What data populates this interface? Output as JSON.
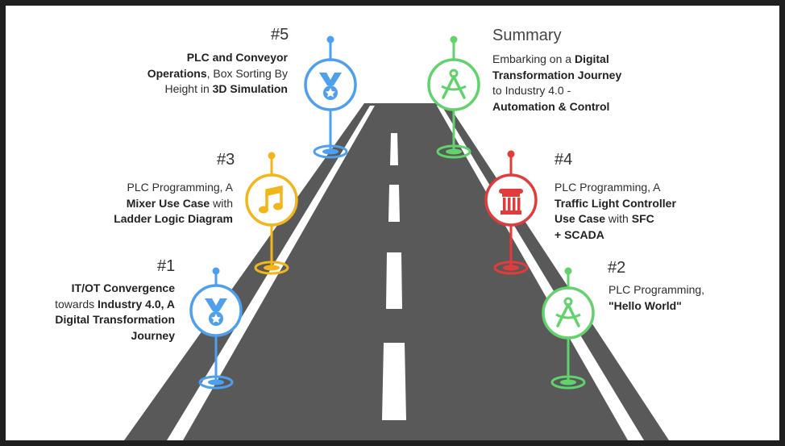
{
  "milestones": [
    {
      "num": "#1",
      "lines": [
        [
          {
            "t": "IT/OT Convergence",
            "b": true
          }
        ],
        [
          {
            "t": "towards "
          },
          {
            "t": "Industry 4.0, A",
            "b": true
          }
        ],
        [
          {
            "t": "Digital Transformation",
            "b": true
          }
        ],
        [
          {
            "t": "Journey",
            "b": true
          }
        ]
      ],
      "icon": "medal-icon",
      "color": "#4ea0ee"
    },
    {
      "num": "#2",
      "lines": [
        [
          {
            "t": "PLC Programming,"
          }
        ],
        [
          {
            "t": "\"Hello World\"",
            "b": true
          }
        ]
      ],
      "icon": "compass-icon",
      "color": "#62d26c"
    },
    {
      "num": "#3",
      "lines": [
        [
          {
            "t": "PLC Programming, A"
          }
        ],
        [
          {
            "t": "Mixer Use Case",
            "b": true
          },
          {
            "t": " with"
          }
        ],
        [
          {
            "t": "Ladder Logic Diagram",
            "b": true
          }
        ]
      ],
      "icon": "music-note-icon",
      "color": "#f2b51b"
    },
    {
      "num": "#4",
      "lines": [
        [
          {
            "t": "PLC Programming, A"
          }
        ],
        [
          {
            "t": "Traffic Light Controller",
            "b": true
          }
        ],
        [
          {
            "t": "Use Case",
            "b": true
          },
          {
            "t": " with "
          },
          {
            "t": "SFC",
            "b": true
          }
        ],
        [
          {
            "t": "+ SCADA",
            "b": true
          }
        ]
      ],
      "icon": "column-icon",
      "color": "#e23b3b"
    },
    {
      "num": "#5",
      "lines": [
        [
          {
            "t": "PLC and Conveyor",
            "b": true
          }
        ],
        [
          {
            "t": "Operations",
            "b": true
          },
          {
            "t": ", Box Sorting By"
          }
        ],
        [
          {
            "t": "Height in "
          },
          {
            "t": "3D Simulation",
            "b": true
          }
        ]
      ],
      "icon": "medal-icon",
      "color": "#4ea0ee"
    }
  ],
  "summary": {
    "title": "Summary",
    "lines": [
      [
        {
          "t": "Embarking on a "
        },
        {
          "t": "Digital",
          "b": true
        }
      ],
      [
        {
          "t": "Transformation Journey",
          "b": true
        }
      ],
      [
        {
          "t": "to Industry 4.0 -"
        }
      ],
      [
        {
          "t": "Automation & Control",
          "b": true
        }
      ]
    ],
    "icon": "compass-icon",
    "color": "#62d26c"
  },
  "colors": {
    "road": "#595959",
    "background": "#ffffff",
    "frame": "#1f1f1f"
  }
}
